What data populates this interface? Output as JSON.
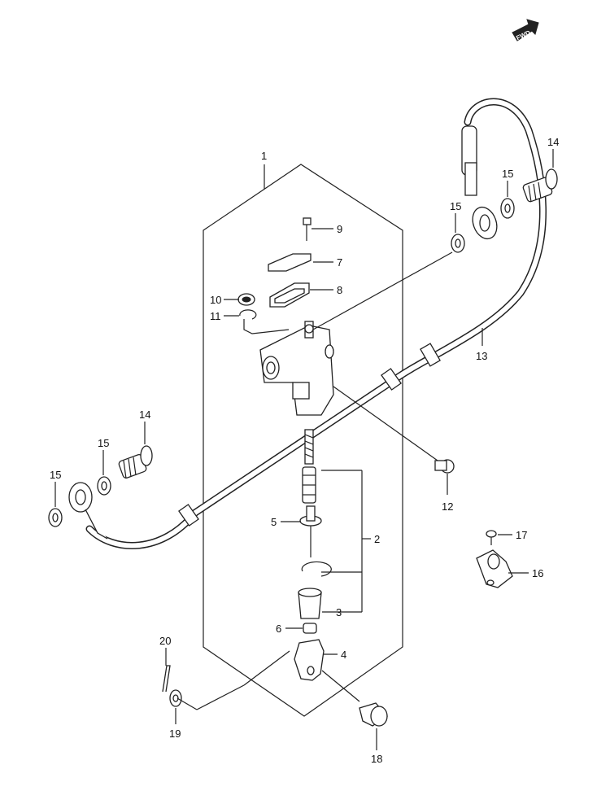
{
  "fwd_badge": "FWD",
  "labels": {
    "p1": "1",
    "p2": "2",
    "p3": "3",
    "p4": "4",
    "p5": "5",
    "p6": "6",
    "p7": "7",
    "p8": "8",
    "p9": "9",
    "p10": "10",
    "p11": "11",
    "p12": "12",
    "p13": "13",
    "p14a": "14",
    "p14b": "14",
    "p15a": "15",
    "p15b": "15",
    "p15c": "15",
    "p15d": "15",
    "p16": "16",
    "p17": "17",
    "p18": "18",
    "p19": "19",
    "p20": "20"
  }
}
